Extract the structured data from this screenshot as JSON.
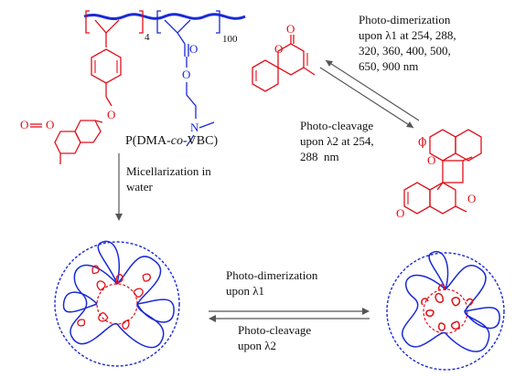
{
  "colors": {
    "polymer_blue": "#1a2ad6",
    "coumarin_red": "#e0101a",
    "text_black": "#111111",
    "arrow_gray": "#555555"
  },
  "polymer": {
    "subscript_repeat_vbc": "4",
    "subscript_repeat_total": "100",
    "atom_o_ester1": "O",
    "atom_o_ester2": "O",
    "atom_n": "N",
    "atom_o_ring": "O",
    "atom_o_lactone": "O",
    "atom_o_carbonyl": "O",
    "name_prefix": "P(DMA-",
    "name_italic": "co",
    "name_suffix": "-VBC)"
  },
  "coumarin": {
    "atom_o_carbonyl": "O",
    "atom_o_ring": "O"
  },
  "dimer": {
    "atom_o_top": "O",
    "atom_o_mid": "O",
    "atom_o_bottom": "O",
    "atom_o_right": "O"
  },
  "reaction_top": {
    "forward_lines": [
      "Photo-dimerization",
      "upon λ1 at 254, 288,",
      "320, 360, 400, 500,",
      "650, 900 nm"
    ],
    "reverse_lines": [
      "Photo-cleavage",
      "upon λ2 at 254,",
      "288  nm"
    ]
  },
  "micellization": {
    "lines": [
      "Micellarization in",
      "water"
    ]
  },
  "reaction_bottom": {
    "forward_lines": [
      "Photo-dimerization",
      "upon λ1"
    ],
    "reverse_lines": [
      "Photo-cleavage",
      "upon λ2"
    ]
  }
}
